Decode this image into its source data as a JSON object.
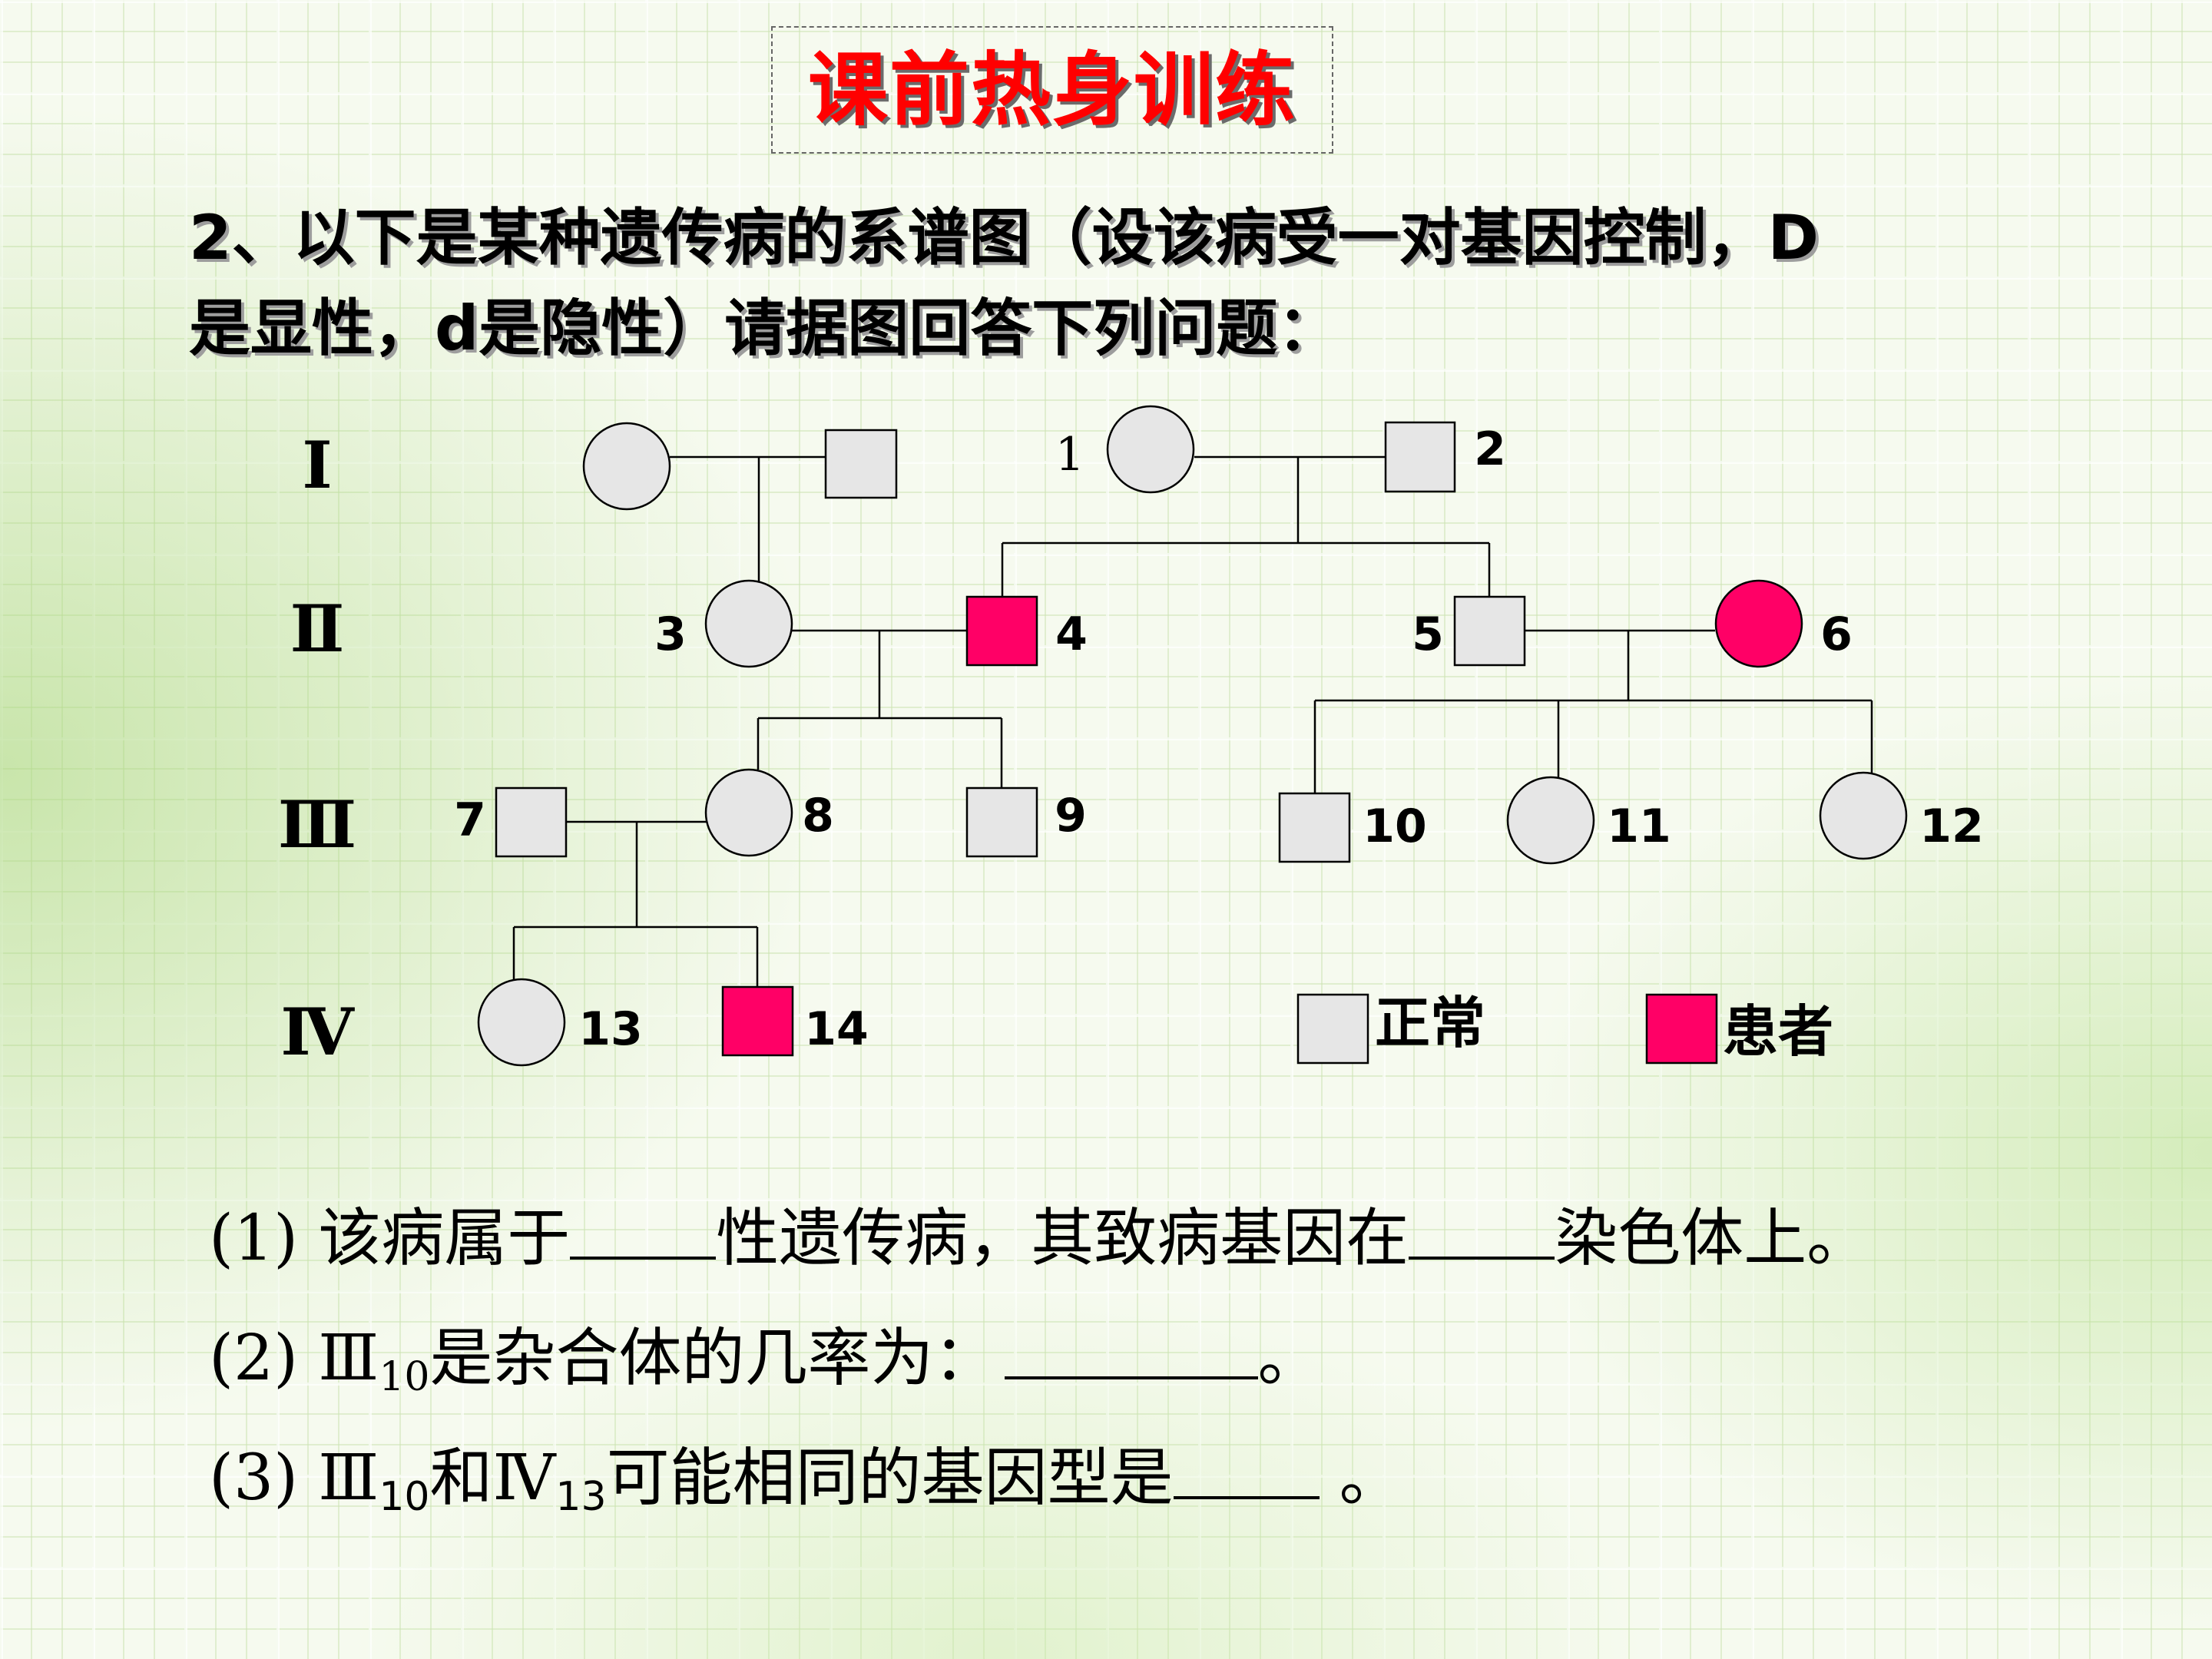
{
  "title": "课前热身训练",
  "intro": {
    "line1": "2、以下是某种遗传病的系谱图（设该病受一对基因控制，D",
    "line2": "是显性，d是隐性）请据图回答下列问题："
  },
  "pedigree": {
    "generations": [
      "Ⅰ",
      "Ⅱ",
      "Ⅲ",
      "Ⅳ"
    ],
    "individuals": [
      {
        "id": "",
        "generation": "Ⅰ",
        "sex": "female",
        "status": "normal"
      },
      {
        "id": "",
        "generation": "Ⅰ",
        "sex": "male",
        "status": "normal"
      },
      {
        "id": "1",
        "generation": "Ⅰ",
        "sex": "female",
        "status": "normal"
      },
      {
        "id": "2",
        "generation": "Ⅰ",
        "sex": "male",
        "status": "normal"
      },
      {
        "id": "3",
        "generation": "Ⅱ",
        "sex": "female",
        "status": "normal"
      },
      {
        "id": "4",
        "generation": "Ⅱ",
        "sex": "male",
        "status": "affected"
      },
      {
        "id": "5",
        "generation": "Ⅱ",
        "sex": "male",
        "status": "normal"
      },
      {
        "id": "6",
        "generation": "Ⅱ",
        "sex": "female",
        "status": "affected"
      },
      {
        "id": "7",
        "generation": "Ⅲ",
        "sex": "male",
        "status": "normal"
      },
      {
        "id": "8",
        "generation": "Ⅲ",
        "sex": "female",
        "status": "normal"
      },
      {
        "id": "9",
        "generation": "Ⅲ",
        "sex": "male",
        "status": "normal"
      },
      {
        "id": "10",
        "generation": "Ⅲ",
        "sex": "male",
        "status": "normal"
      },
      {
        "id": "11",
        "generation": "Ⅲ",
        "sex": "female",
        "status": "normal"
      },
      {
        "id": "12",
        "generation": "Ⅲ",
        "sex": "female",
        "status": "normal"
      },
      {
        "id": "13",
        "generation": "Ⅳ",
        "sex": "female",
        "status": "normal"
      },
      {
        "id": "14",
        "generation": "Ⅳ",
        "sex": "male",
        "status": "affected"
      }
    ],
    "legend": {
      "normal": "正常",
      "affected": "患者"
    },
    "colors": {
      "normal": "#e6e6e6",
      "affected": "#ff0066"
    }
  },
  "questions": {
    "q1": {
      "num": "(1)",
      "part1": "该病属于",
      "part2": "性遗传病，其致病基因在",
      "part3": "染色体上。"
    },
    "q2": {
      "num": "(2)",
      "roman": "Ⅲ",
      "sub": "10",
      "part1": "是杂合体的几率为：",
      "part2": "。"
    },
    "q3": {
      "num": "(3)",
      "roman1": "Ⅲ",
      "sub1": "10",
      "and": "和",
      "roman2": "Ⅳ",
      "sub2": "13",
      "part1": "可能相同的基因型是",
      "part2": " 。"
    }
  },
  "colors": {
    "title": "#ff0000",
    "affected": "#ff0066",
    "normal": "#e6e6e6"
  }
}
